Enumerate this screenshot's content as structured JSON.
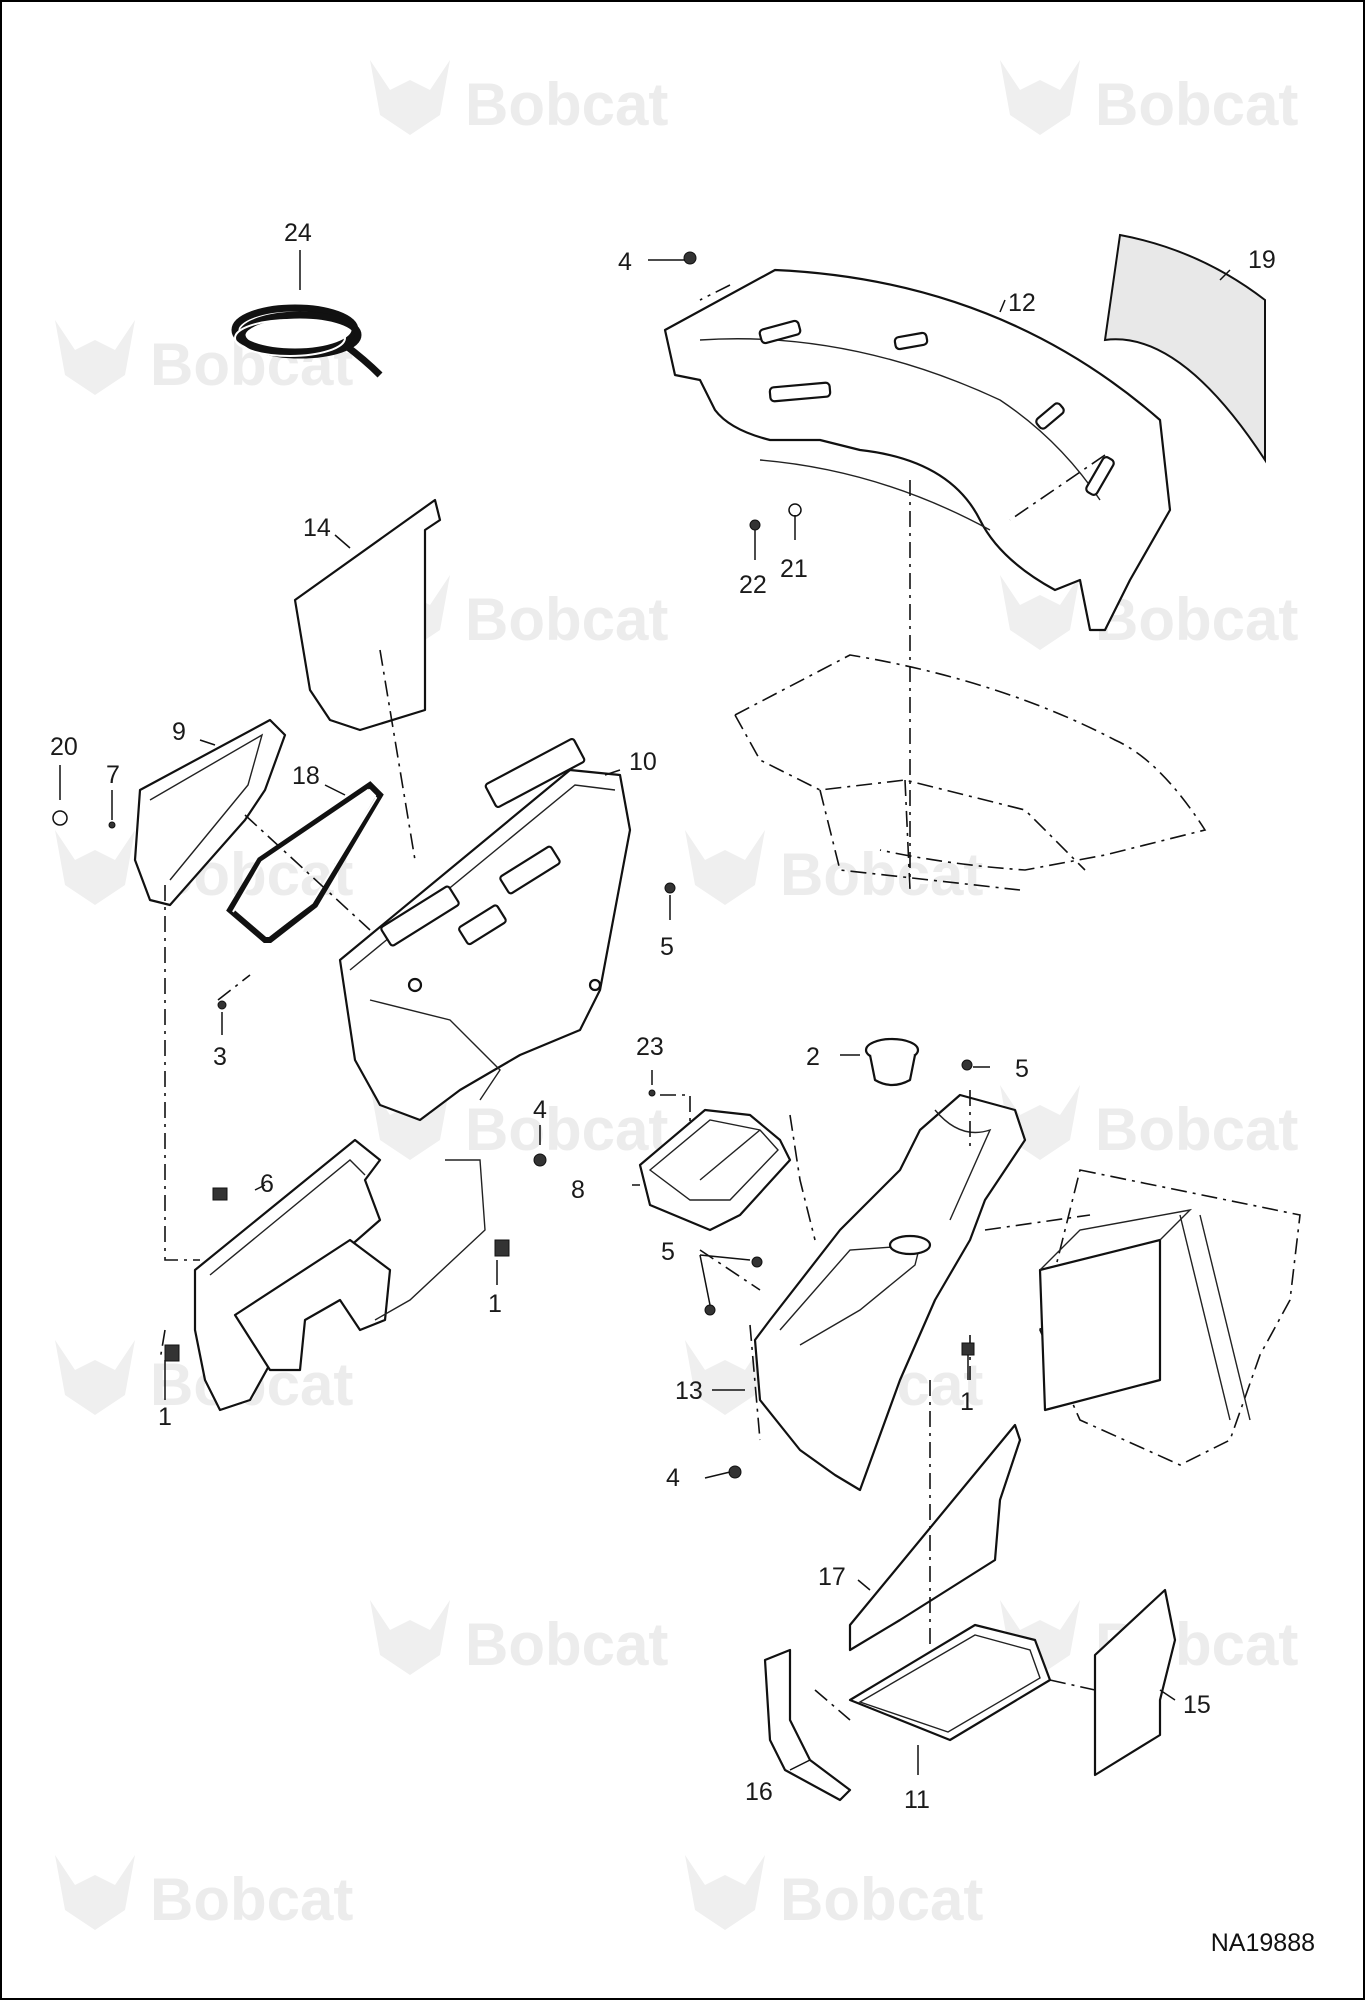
{
  "drawing": {
    "id": "NA19888",
    "watermark": "Bobcat"
  },
  "callouts": [
    {
      "key": "c24",
      "label": "24"
    },
    {
      "key": "c4a",
      "label": "4"
    },
    {
      "key": "c12",
      "label": "12"
    },
    {
      "key": "c19",
      "label": "19"
    },
    {
      "key": "c14",
      "label": "14"
    },
    {
      "key": "c22",
      "label": "22"
    },
    {
      "key": "c21",
      "label": "21"
    },
    {
      "key": "c20",
      "label": "20"
    },
    {
      "key": "c9",
      "label": "9"
    },
    {
      "key": "c7",
      "label": "7"
    },
    {
      "key": "c18",
      "label": "18"
    },
    {
      "key": "c10",
      "label": "10"
    },
    {
      "key": "c5a",
      "label": "5"
    },
    {
      "key": "c3",
      "label": "3"
    },
    {
      "key": "c23",
      "label": "23"
    },
    {
      "key": "c2",
      "label": "2"
    },
    {
      "key": "c5b",
      "label": "5"
    },
    {
      "key": "c4b",
      "label": "4"
    },
    {
      "key": "c6",
      "label": "6"
    },
    {
      "key": "c8",
      "label": "8"
    },
    {
      "key": "c5c",
      "label": "5"
    },
    {
      "key": "c1a",
      "label": "1"
    },
    {
      "key": "c13",
      "label": "13"
    },
    {
      "key": "c1b",
      "label": "1"
    },
    {
      "key": "c1c",
      "label": "1"
    },
    {
      "key": "c4c",
      "label": "4"
    },
    {
      "key": "c17",
      "label": "17"
    },
    {
      "key": "c15",
      "label": "15"
    },
    {
      "key": "c16",
      "label": "16"
    },
    {
      "key": "c11",
      "label": "11"
    }
  ]
}
